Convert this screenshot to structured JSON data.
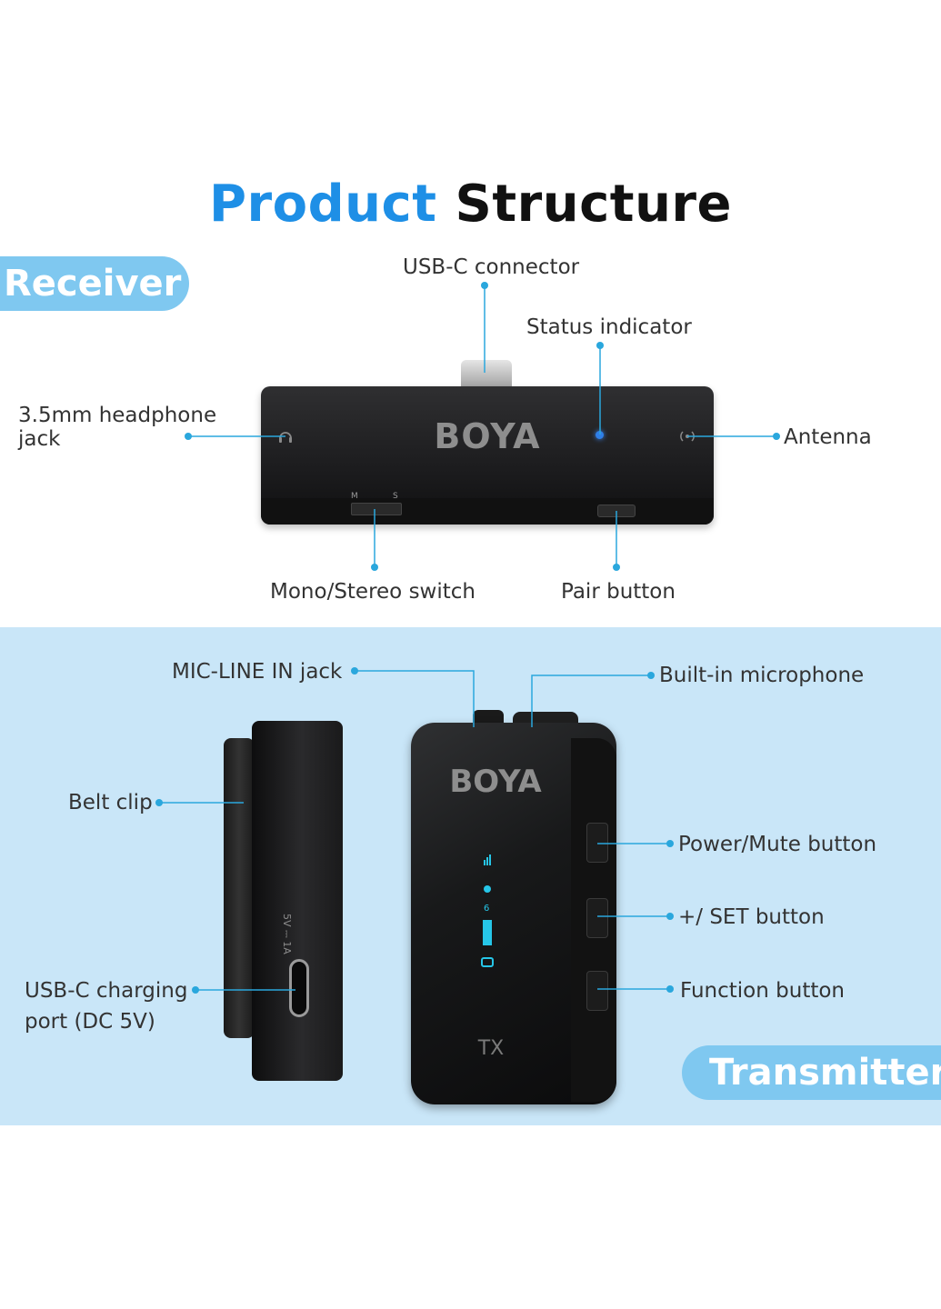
{
  "title": {
    "part1": "Product",
    "part2": "Structure"
  },
  "receiver": {
    "section_label": "Receiver",
    "logo": "BOYA",
    "switch_m": "M",
    "switch_s": "S",
    "labels": {
      "usb_c_connector": "USB-C connector",
      "status_indicator": "Status indicator",
      "headphone_jack_line1": "3.5mm headphone",
      "headphone_jack_line2": "jack",
      "antenna": "Antenna",
      "mono_stereo_switch": "Mono/Stereo switch",
      "pair_button": "Pair button"
    }
  },
  "transmitter": {
    "section_label": "Transmitter",
    "logo": "BOYA",
    "model": "TX",
    "side_print": "5V ⎓ 1A",
    "labels": {
      "mic_line_in": "MIC-LINE IN jack",
      "builtin_mic": "Built-in microphone",
      "belt_clip": "Belt clip",
      "power_mute": "Power/Mute button",
      "set_button": "+/ SET button",
      "function_button": "Function button",
      "usb_c_charging_line1": "USB-C charging",
      "usb_c_charging_line2": "port (DC 5V)"
    }
  },
  "colors": {
    "accent": "#1e8fe6",
    "callout": "#2aa7dd",
    "band": "#c9e6f8",
    "pill": "#7fc8f0"
  }
}
